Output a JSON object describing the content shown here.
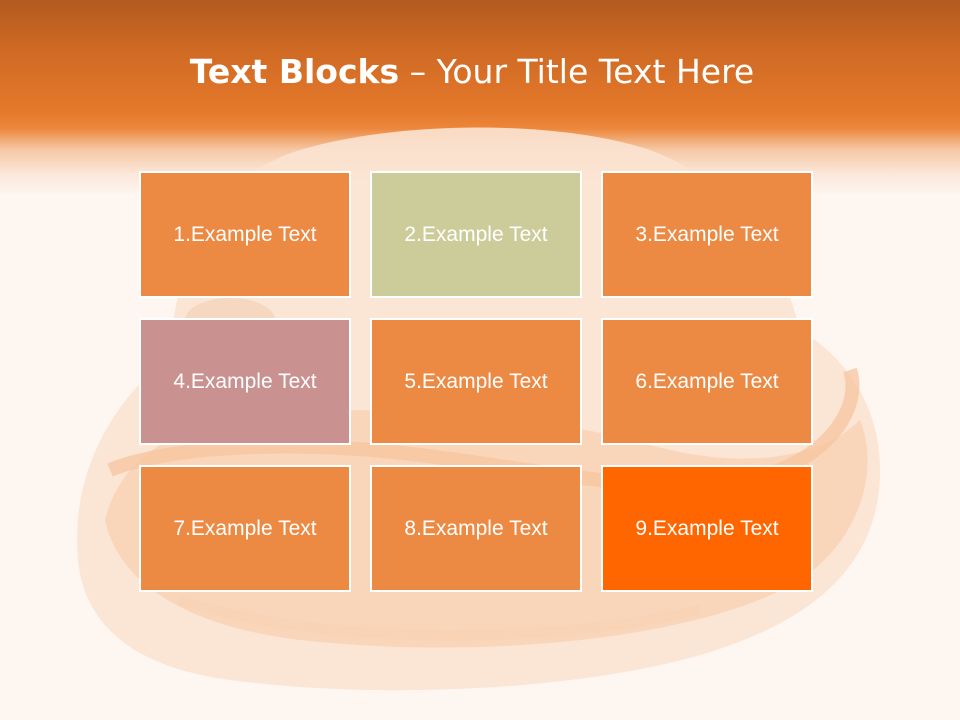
{
  "slide": {
    "title_bold": "Text Blocks",
    "title_rest": " – Your Title Text Here"
  },
  "blocks": [
    {
      "label": "1.Example Text",
      "color": "#ec8a44"
    },
    {
      "label": "2.Example Text",
      "color": "#cccc9b"
    },
    {
      "label": "3.Example Text",
      "color": "#ec8a44"
    },
    {
      "label": "4.Example Text",
      "color": "#c99291"
    },
    {
      "label": "5.Example Text",
      "color": "#ec8a44"
    },
    {
      "label": "6.Example Text",
      "color": "#ec8a44"
    },
    {
      "label": "7.Example Text",
      "color": "#ec8a44"
    },
    {
      "label": "8.Example Text",
      "color": "#ec8a44"
    },
    {
      "label": "9.Example Text",
      "color": "#ff6600"
    }
  ],
  "colors": {
    "header": "#e4782a",
    "background": "#fdf6f1",
    "block_border": "#ffffff"
  }
}
